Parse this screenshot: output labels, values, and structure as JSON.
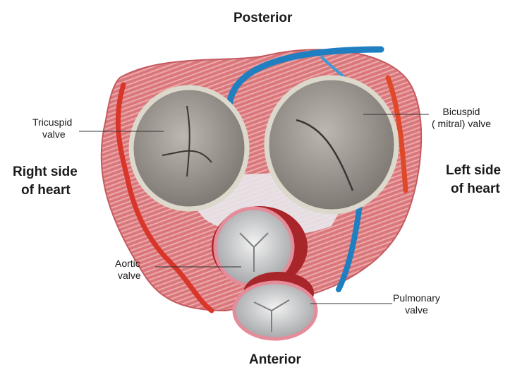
{
  "title_top": "Posterior",
  "title_bottom": "Anterior",
  "side_right": [
    "Right side",
    "of heart"
  ],
  "side_left": [
    "Left side",
    "of heart"
  ],
  "labels": {
    "tricuspid": [
      "Tricuspid",
      "valve"
    ],
    "mitral": [
      "Bicuspid",
      "( mitral) valve"
    ],
    "aortic": [
      "Aortic",
      "valve"
    ],
    "pulmonary": [
      "Pulmonary",
      "valve"
    ]
  },
  "colors": {
    "muscle": "#d9777c",
    "valve": "#a39d97",
    "ring": "#dcd8cc",
    "artery": "#d9362b",
    "vein": "#1f7fc0",
    "pink_ring": "#e58c9a"
  }
}
